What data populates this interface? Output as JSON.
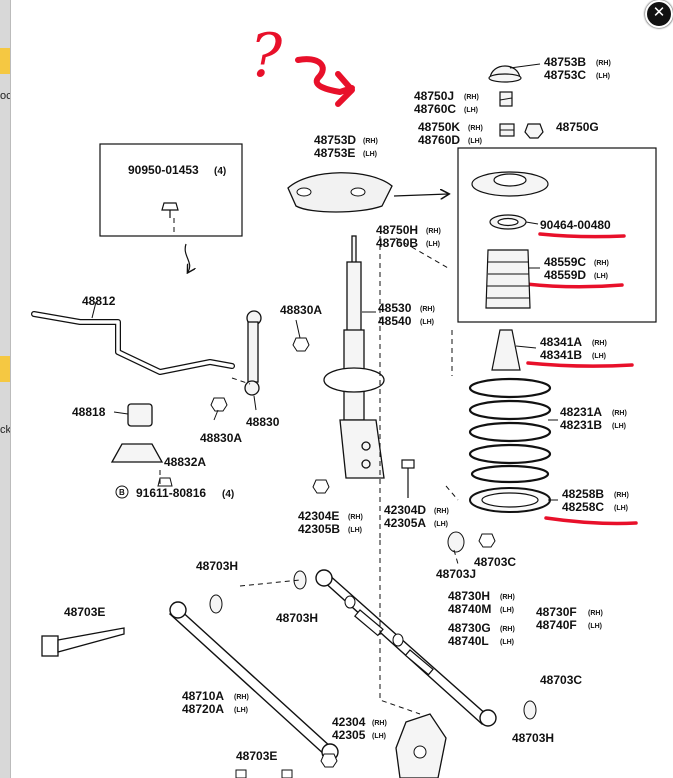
{
  "viewer": {
    "close_symbol": "✕",
    "background_fragments": [
      "oc",
      "ck"
    ]
  },
  "annotations": {
    "question_mark": "?",
    "note_color": "#e8102a"
  },
  "parts": {
    "p90950": "90950-01453",
    "p90950_qty": "(4)",
    "p48753D": "48753D",
    "p48753E": "48753E",
    "p48753B": "48753B",
    "p48753C": "48753C",
    "p48750J": "48750J",
    "p48760C": "48760C",
    "p48750K": "48750K",
    "p48760D": "48760D",
    "p48750G": "48750G",
    "p48750H": "48750H",
    "p48760B": "48760B",
    "p90464": "90464-00480",
    "p48559C": "48559C",
    "p48559D": "48559D",
    "p48812": "48812",
    "p48830A_top": "48830A",
    "p48530": "48530",
    "p48540": "48540",
    "p48341A": "48341A",
    "p48341B": "48341B",
    "p48818": "48818",
    "p48830": "48830",
    "p48830A_low": "48830A",
    "p48231A": "48231A",
    "p48231B": "48231B",
    "p48832A": "48832A",
    "p91611": "91611-80816",
    "p91611_qty": "(4)",
    "p91611_circle": "B",
    "p42304E": "42304E",
    "p42305B": "42305B",
    "p42304D": "42304D",
    "p42305A": "42305A",
    "p48258B": "48258B",
    "p48258C": "48258C",
    "p48703C_mid": "48703C",
    "p48703J": "48703J",
    "p48703H_top": "48703H",
    "p48703H_mid": "48703H",
    "p48730H": "48730H",
    "p48740M": "48740M",
    "p48703E_left": "48703E",
    "p48730F": "48730F",
    "p48740F": "48740F",
    "p48730G": "48730G",
    "p48740L": "48740L",
    "p48703C_low": "48703C",
    "p48710A": "48710A",
    "p48720A": "48720A",
    "p48703H_low": "48703H",
    "p42304": "42304",
    "p42305": "42305",
    "p48703E_bottom": "48703E",
    "rh": "(RH)",
    "lh": "(LH)"
  }
}
